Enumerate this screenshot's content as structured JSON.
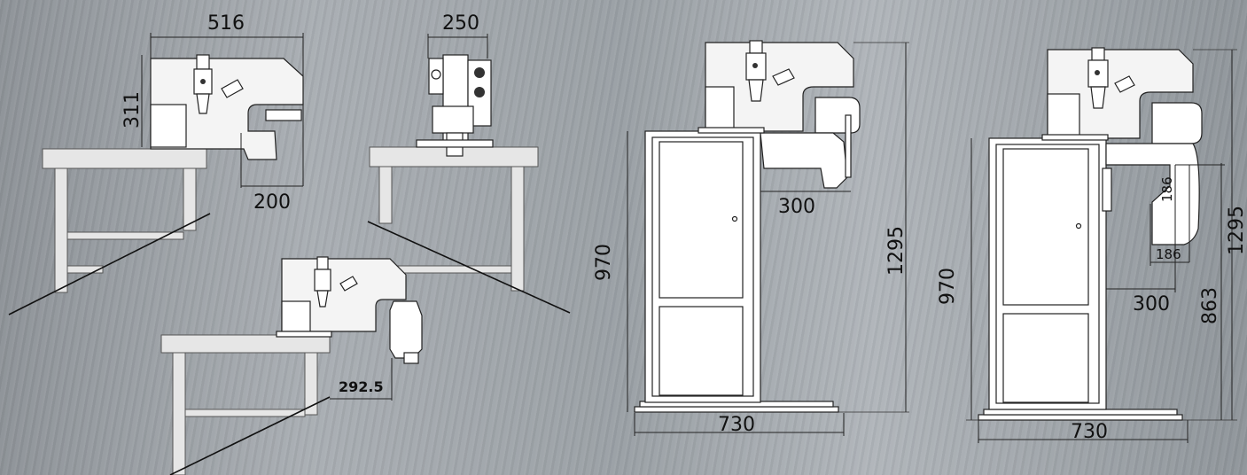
{
  "dimensions": {
    "width_516": "516",
    "height_311": "311",
    "depth_200": "200",
    "width_250": "250",
    "offset_292_5": "292.5",
    "stand_depth_300": "300",
    "stand_height_970": "970",
    "stand_total_1295": "1295",
    "stand_base_730": "730",
    "right_depth_300": "300",
    "right_height_970": "970",
    "right_total_1295": "1295",
    "right_base_730": "730",
    "right_863": "863",
    "right_186_vertical": "186",
    "right_186_horizontal": "186"
  },
  "colors": {
    "background": "#9ea3a8",
    "machine_body": "#f4f4f4",
    "outline": "#222222",
    "table": "#e6e6e6"
  }
}
